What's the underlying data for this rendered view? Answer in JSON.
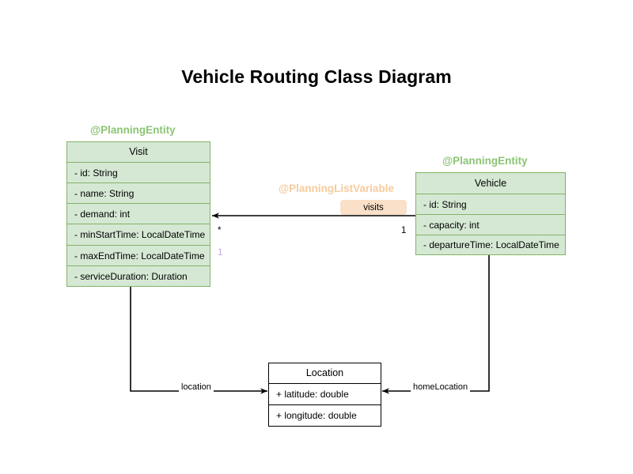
{
  "title": "Vehicle Routing Class Diagram",
  "colors": {
    "class_fill": "#d5e8d4",
    "class_border": "#82b366",
    "annotation_green": "#8cc474",
    "annotation_orange": "#f6cb9e",
    "badge_fill": "#fae0c8",
    "plain_border": "#000000",
    "multiplicity_violet": "#c9a6dd",
    "background": "#ffffff"
  },
  "classes": [
    {
      "id": "visit",
      "name": "Visit",
      "annotation": "@PlanningEntity",
      "style": "green",
      "attributes": [
        "- id: String",
        "- name: String",
        "- demand: int",
        "- minStartTime: LocalDateTime",
        "- maxEndTime: LocalDateTime",
        "- serviceDuration: Duration"
      ]
    },
    {
      "id": "vehicle",
      "name": "Vehicle",
      "annotation": "@PlanningEntity",
      "style": "green",
      "attributes": [
        "- id: String",
        "- capacity: int",
        "- departureTime: LocalDateTime"
      ]
    },
    {
      "id": "location",
      "name": "Location",
      "annotation": "",
      "style": "plain",
      "attributes": [
        "+ latitude: double",
        "+ longitude: double"
      ]
    }
  ],
  "relationships": [
    {
      "id": "vehicle-visits",
      "from": "Vehicle",
      "to": "Visit",
      "label": "visits",
      "annotation": "@PlanningListVariable",
      "source_multiplicity": "1",
      "target_multiplicity": "*"
    },
    {
      "id": "visit-location",
      "from": "Visit",
      "to": "Location",
      "label": "location",
      "source_multiplicity": "1",
      "target_multiplicity": ""
    },
    {
      "id": "vehicle-homelocation",
      "from": "Vehicle",
      "to": "Location",
      "label": "homeLocation",
      "source_multiplicity": "",
      "target_multiplicity": ""
    }
  ]
}
